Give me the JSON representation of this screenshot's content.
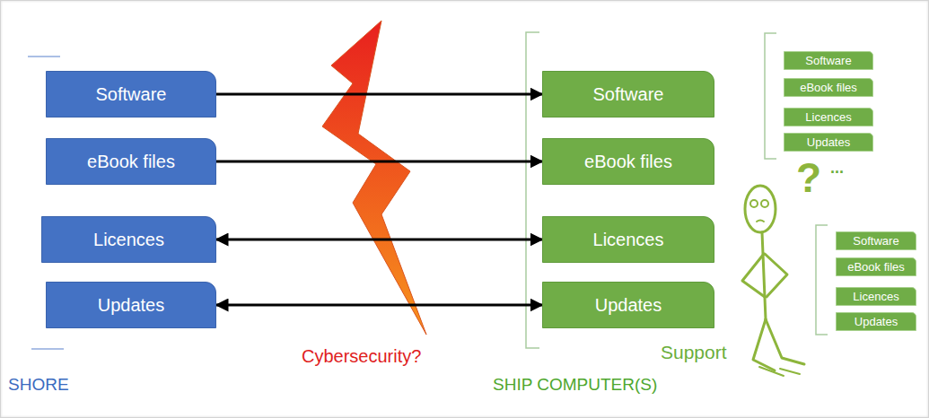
{
  "diagram": {
    "nodes": [
      {
        "text": [
          "Software"
        ]
      },
      {
        "text": [
          "eBook files"
        ]
      },
      {
        "text": [
          "Licences"
        ]
      },
      {
        "text": [
          "Updates"
        ]
      },
      {
        "text": [
          "Software"
        ]
      },
      {
        "text": [
          "eBook files"
        ]
      },
      {
        "text": [
          "Licences"
        ]
      },
      {
        "text": [
          "Updates"
        ]
      },
      {
        "text": [
          "Software"
        ]
      },
      {
        "text": [
          "eBook files"
        ]
      },
      {
        "text": [
          "Licences"
        ]
      },
      {
        "text": [
          "Updates"
        ]
      },
      {
        "text": [
          "Software"
        ]
      },
      {
        "text": [
          "eBook files"
        ]
      },
      {
        "text": [
          "Licences"
        ]
      },
      {
        "text": [
          "Updates"
        ]
      }
    ],
    "edges": [
      {
        "from": 0,
        "to": 4,
        "arrow": "to"
      },
      {
        "from": 1,
        "to": 5,
        "arrow": "to"
      },
      {
        "from": 2,
        "to": 6,
        "arrow": "both"
      },
      {
        "from": 3,
        "to": 7,
        "arrow": "both"
      }
    ],
    "labels": [
      "Cybersecurity?",
      "SHORE",
      "SHIP COMPUTER(S)",
      "Support",
      "?",
      "..."
    ]
  }
}
